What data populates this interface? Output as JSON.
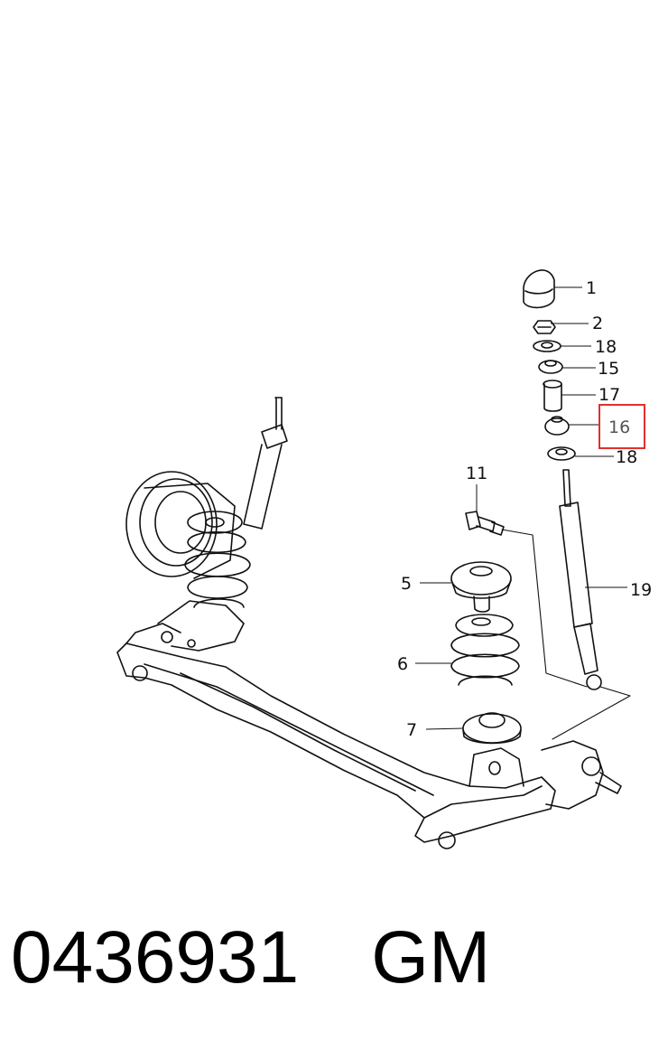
{
  "diagram": {
    "callouts": [
      {
        "id": "1",
        "label": "1"
      },
      {
        "id": "2",
        "label": "2"
      },
      {
        "id": "18a",
        "label": "18"
      },
      {
        "id": "15",
        "label": "15"
      },
      {
        "id": "17",
        "label": "17"
      },
      {
        "id": "16",
        "label": "16",
        "highlighted": true
      },
      {
        "id": "18b",
        "label": "18"
      },
      {
        "id": "11",
        "label": "11"
      },
      {
        "id": "19",
        "label": "19"
      },
      {
        "id": "5",
        "label": "5"
      },
      {
        "id": "6",
        "label": "6"
      },
      {
        "id": "7",
        "label": "7"
      }
    ],
    "highlight_color": "#e03030"
  },
  "footer": {
    "part_number": "0436931",
    "brand": "GM"
  }
}
